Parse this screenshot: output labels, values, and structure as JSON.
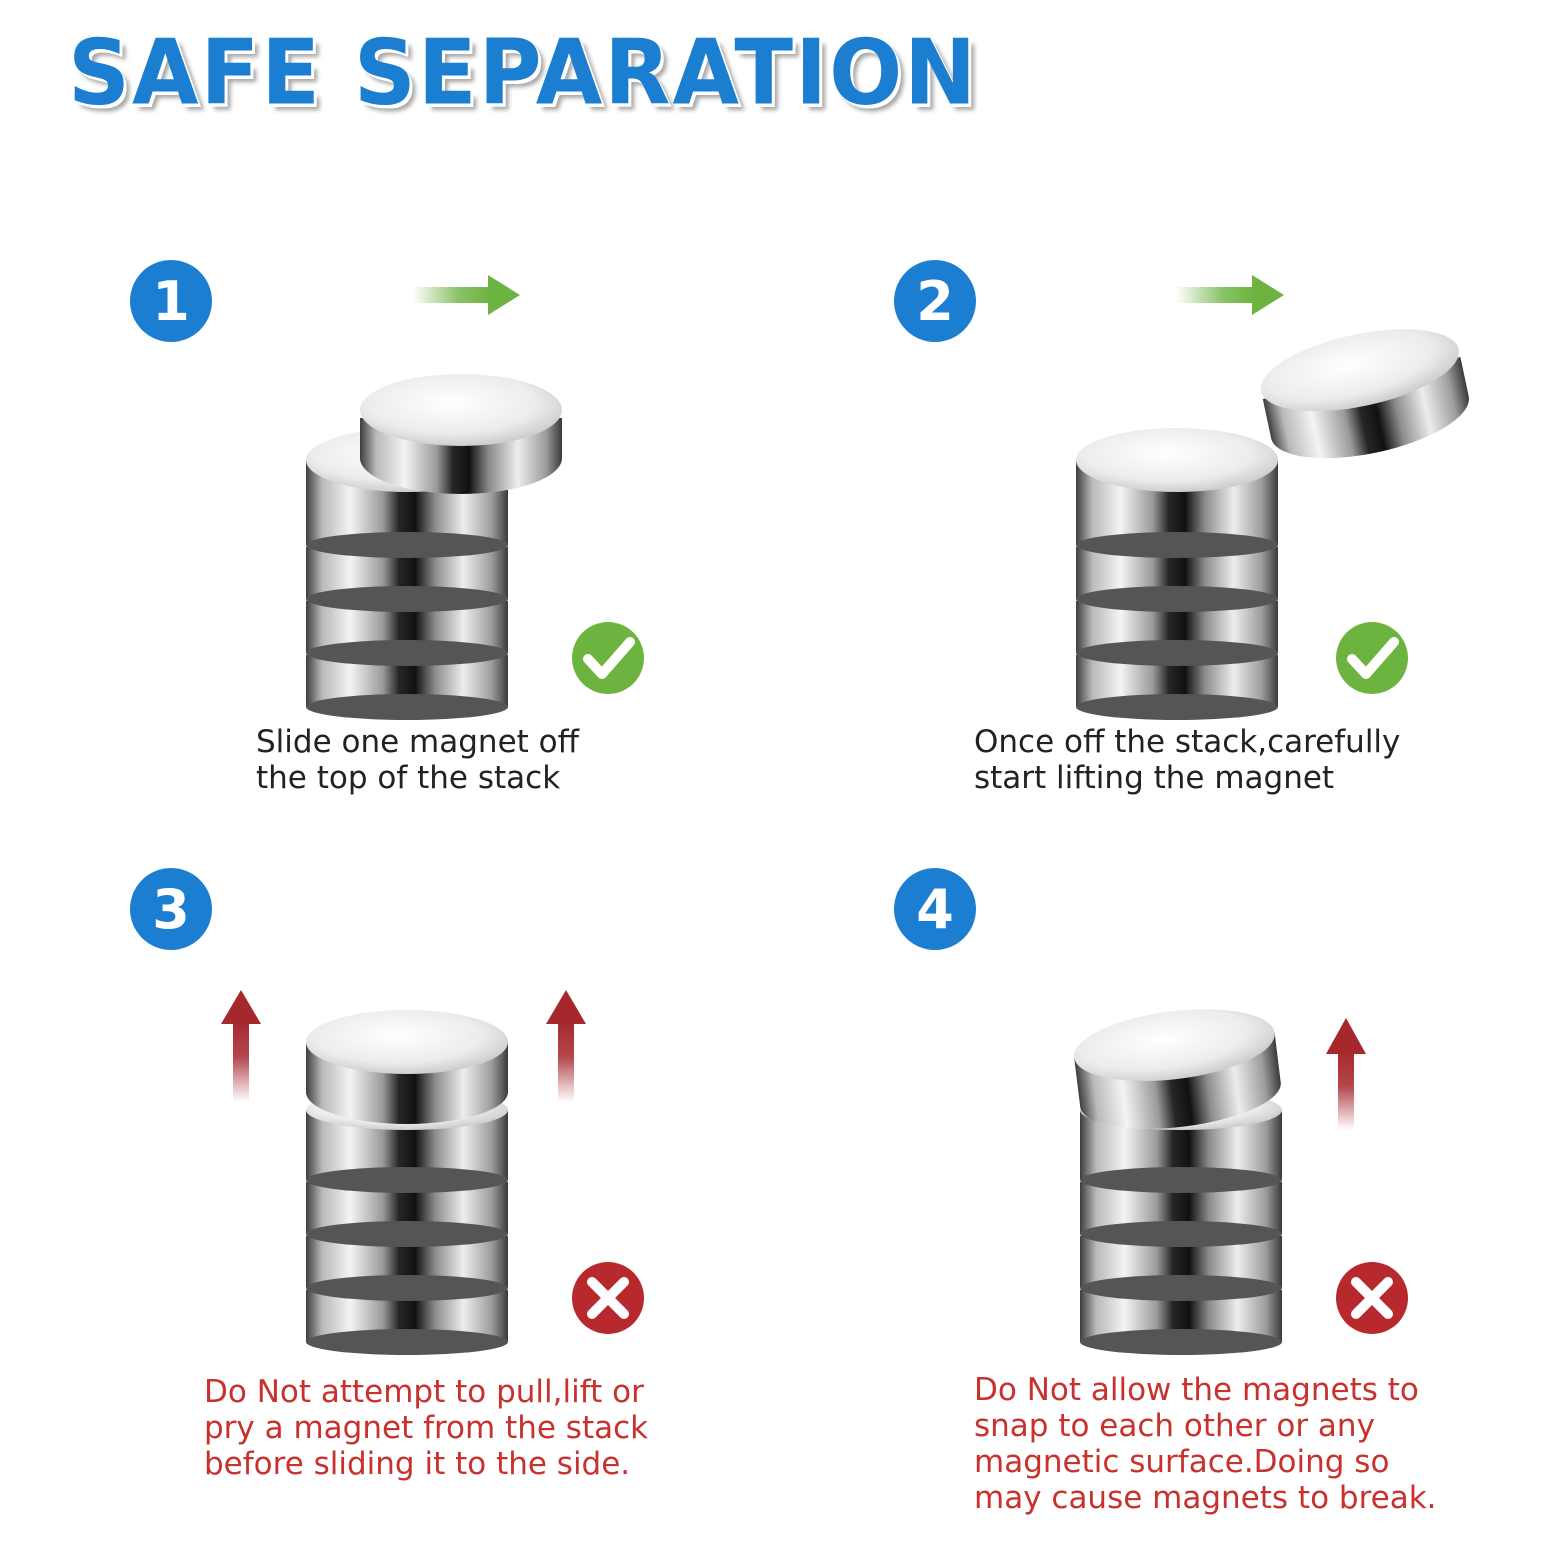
{
  "title": "SAFE SEPARATION",
  "colors": {
    "title_blue": "#1b7ed0",
    "badge_blue": "#1b7ed0",
    "ok_green": "#6db33f",
    "bad_red": "#b8292e",
    "arrow_green": "#6db33f",
    "arrow_red": "#a6272c",
    "caption_dark": "#222222",
    "caption_red": "#c8322e"
  },
  "steps": [
    {
      "number": "1",
      "caption": "Slide one magnet off\nthe top of the stack",
      "status": "ok",
      "status_icon": "check-icon",
      "arrow_icon": "arrow-right-icon"
    },
    {
      "number": "2",
      "caption": "Once off the stack,carefully\nstart lifting the magnet",
      "status": "ok",
      "status_icon": "check-icon",
      "arrow_icon": "arrow-right-icon"
    },
    {
      "number": "3",
      "caption": "Do Not attempt to pull,lift or\npry a magnet from the stack\nbefore sliding it to the side.",
      "status": "bad",
      "status_icon": "cross-icon",
      "arrow_icon": "arrow-up-icon"
    },
    {
      "number": "4",
      "caption": "Do Not allow the magnets to\nsnap to each other or any\nmagnetic surface.Doing so\nmay cause magnets to break.",
      "status": "bad",
      "status_icon": "cross-icon",
      "arrow_icon": "arrow-up-icon"
    }
  ]
}
